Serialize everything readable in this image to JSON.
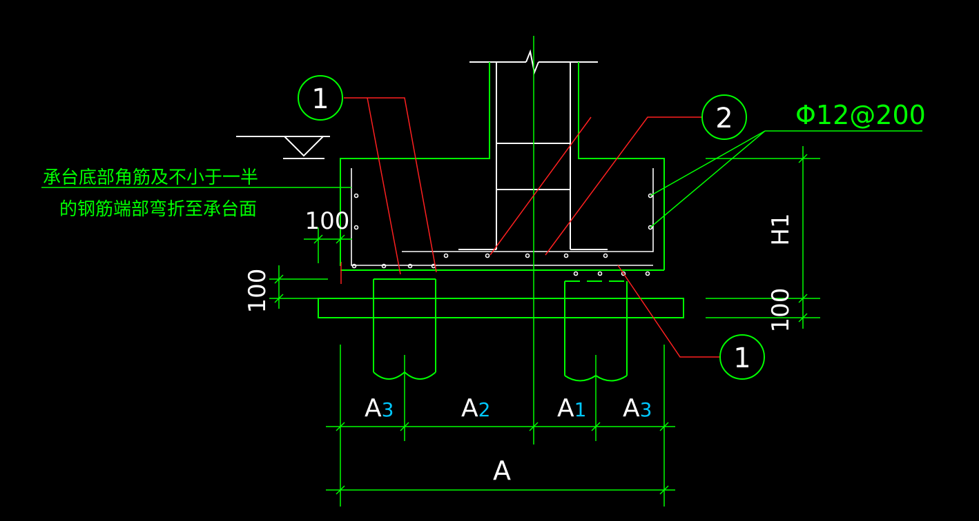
{
  "colors": {
    "background": "#000000",
    "line_white": "#ffffff",
    "line_green": "#00ff00",
    "leader_red": "#ff2020",
    "subscript_cyan": "#00c8ff",
    "callout_text": "#ffffff"
  },
  "callouts": {
    "top_left": "1",
    "top_right": "2",
    "bottom_right": "1"
  },
  "rebar_label": "Φ12@200",
  "note": {
    "line1": "承台底部角筋及不小于一半",
    "line2": "的钢筋端部弯折至承台面"
  },
  "dims": {
    "cover_side": "100",
    "cover_left": "100",
    "cover_right": "100",
    "height": "H1",
    "overall": "A",
    "segments": [
      {
        "main": "A",
        "sub": "3"
      },
      {
        "main": "A",
        "sub": "2"
      },
      {
        "main": "A",
        "sub": "1"
      },
      {
        "main": "A",
        "sub": "3"
      }
    ]
  }
}
